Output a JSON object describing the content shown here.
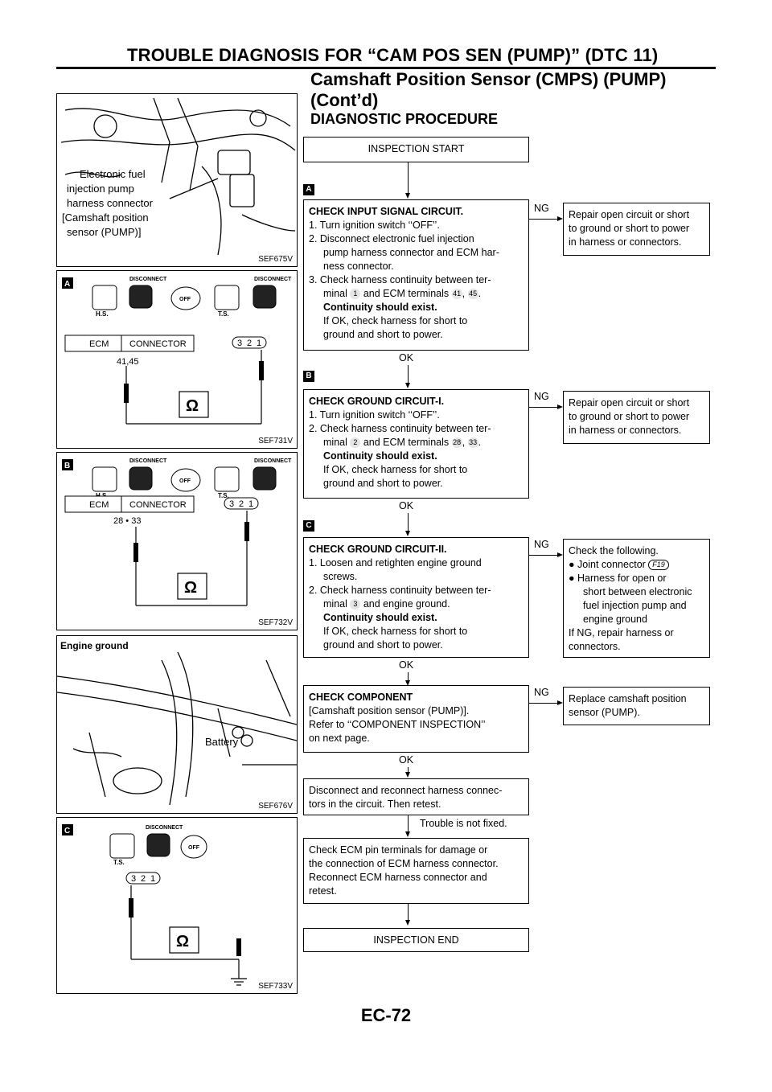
{
  "header": {
    "title": "TROUBLE DIAGNOSIS FOR “CAM POS SEN (PUMP)” (DTC 11)",
    "subtitle_line1": "Camshaft Position Sensor (CMPS) (PUMP)",
    "subtitle_line2": "(Cont’d)"
  },
  "section_title": "DIAGNOSTIC PROCEDURE",
  "figures": {
    "f1": {
      "code": "SEF675V",
      "labels": [
        "Electronic fuel",
        "injection pump",
        "harness connector",
        "[Camshaft position",
        "sensor (PUMP)]"
      ]
    },
    "f2": {
      "code": "SEF731V",
      "badge": "A",
      "hs": "H.S.",
      "ts": "T.S.",
      "disconnect1": "DISCONNECT",
      "disconnect2": "DISCONNECT",
      "off": "OFF",
      "ecm": "ECM",
      "connector": "CONNECTOR",
      "terminals": "41,45",
      "pins": [
        "3",
        "2",
        "1"
      ],
      "ohm": "Ω"
    },
    "f3": {
      "code": "SEF732V",
      "badge": "B",
      "hs": "H.S.",
      "ts": "T.S.",
      "disconnect1": "DISCONNECT",
      "disconnect2": "DISCONNECT",
      "off": "OFF",
      "ecm": "ECM",
      "connector": "CONNECTOR",
      "terminals": "28 • 33",
      "pins": [
        "3",
        "2",
        "1"
      ],
      "ohm": "Ω"
    },
    "f4": {
      "code": "SEF676V",
      "engine_ground": "Engine ground",
      "battery": "Battery"
    },
    "f5": {
      "code": "SEF733V",
      "badge": "C",
      "ts": "T.S.",
      "disconnect": "DISCONNECT",
      "off": "OFF",
      "pins": [
        "3",
        "2",
        "1"
      ],
      "ohm": "Ω"
    }
  },
  "flow": {
    "start": "INSPECTION START",
    "step1": {
      "badge": "A",
      "title": "CHECK INPUT SIGNAL CIRCUIT.",
      "l1": "1. Turn ignition switch ‘‘OFF’’.",
      "l2": "2. Disconnect electronic fuel injection",
      "l3": "pump harness connector and ECM har-",
      "l4": "ness connector.",
      "l5": "3. Check harness continuity between ter-",
      "l6a": "minal",
      "t1": "1",
      "l6b": "and ECM terminals",
      "t2": "41",
      "t3": "45",
      "l7": "Continuity should exist.",
      "l8": "If OK, check harness for short to",
      "l9": "ground and short to power.",
      "ng": "NG",
      "ok": "OK",
      "ng_action": [
        "Repair open circuit or short",
        "to ground or short to power",
        "in harness or connectors."
      ]
    },
    "step2": {
      "badge": "B",
      "title": "CHECK GROUND CIRCUIT-I.",
      "l1": "1. Turn ignition switch ‘‘OFF’’.",
      "l2": "2. Check harness continuity between ter-",
      "l3a": "minal",
      "t1": "2",
      "l3b": "and ECM terminals",
      "t2": "28",
      "t3": "33",
      "l4": "Continuity should exist.",
      "l5": "If OK, check harness for short to",
      "l6": "ground and short to power.",
      "ng": "NG",
      "ok": "OK",
      "ng_action": [
        "Repair open circuit or short",
        "to ground or short to power",
        "in harness or connectors."
      ]
    },
    "step3": {
      "badge": "C",
      "title": "CHECK GROUND CIRCUIT-II.",
      "l1": "1. Loosen and retighten engine ground",
      "l2": "screws.",
      "l3": "2. Check harness continuity between ter-",
      "l4a": "minal",
      "t1": "3",
      "l4b": "and engine ground.",
      "l5": "Continuity should exist.",
      "l6": "If OK, check harness for short to",
      "l7": "ground and short to power.",
      "ng": "NG",
      "ok": "OK",
      "ng_intro": "Check the following.",
      "ng_b1": "Joint connector",
      "ng_b1_tag": "F19",
      "ng_b2": [
        "Harness for open or",
        "short between electronic",
        "fuel injection pump and",
        "engine ground"
      ],
      "ng_tail": [
        "If NG, repair harness or",
        "connectors."
      ]
    },
    "step4": {
      "title": "CHECK COMPONENT",
      "l1": "[Camshaft position sensor (PUMP)].",
      "l2": "Refer to ‘‘COMPONENT INSPECTION’’",
      "l3": "on next page.",
      "ng": "NG",
      "ok": "OK",
      "ng_action": [
        "Replace camshaft position",
        "sensor (PUMP)."
      ]
    },
    "step5": {
      "l1": "Disconnect and reconnect harness connec-",
      "l2": "tors in the circuit. Then retest.",
      "note": "Trouble is not fixed."
    },
    "step6": {
      "l1": "Check ECM pin terminals for damage or",
      "l2": "the connection of ECM harness connector.",
      "l3": "Reconnect ECM harness connector and",
      "l4": "retest."
    },
    "end": "INSPECTION END"
  },
  "footer": {
    "page": "EC-72"
  }
}
